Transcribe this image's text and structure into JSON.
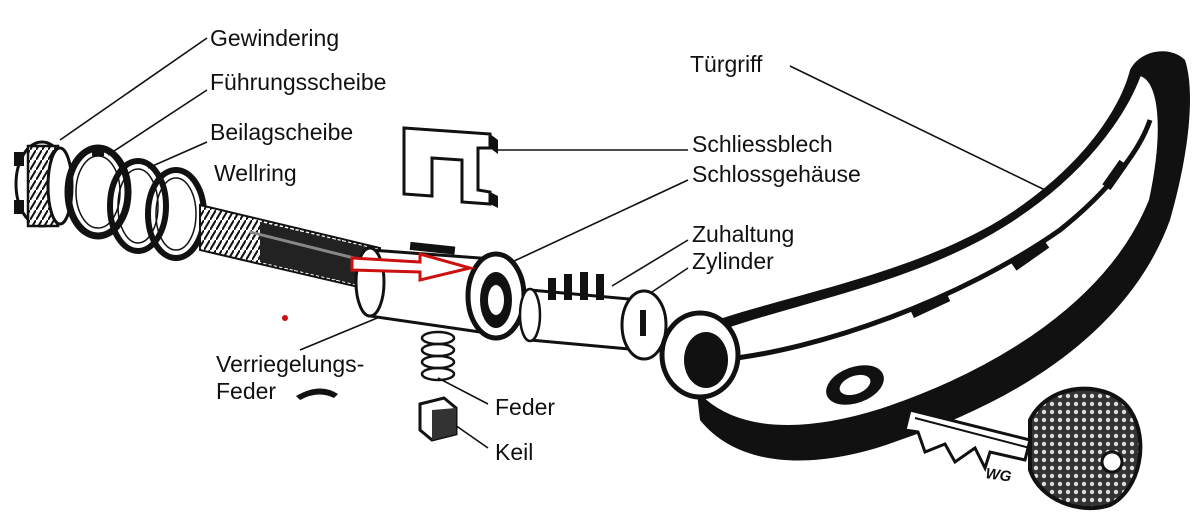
{
  "diagram": {
    "labels": {
      "gewindering": "Gewindering",
      "fuehrungsscheibe": "Führungsscheibe",
      "beilagscheibe": "Beilagscheibe",
      "wellring": "Wellring",
      "tuergriff": "Türgriff",
      "schliessblech": "Schliessblech",
      "schlossgehaeuse": "Schlossgehäuse",
      "zuhaltung": "Zuhaltung",
      "zylinder": "Zylinder",
      "verriegelungs": "Verriegelungs-",
      "feder_left": "Feder",
      "feder": "Feder",
      "keil": "Keil"
    },
    "key_mark": "WG",
    "colors": {
      "ink": "#111111",
      "arrow": "#cc1111",
      "background": "#ffffff"
    }
  }
}
